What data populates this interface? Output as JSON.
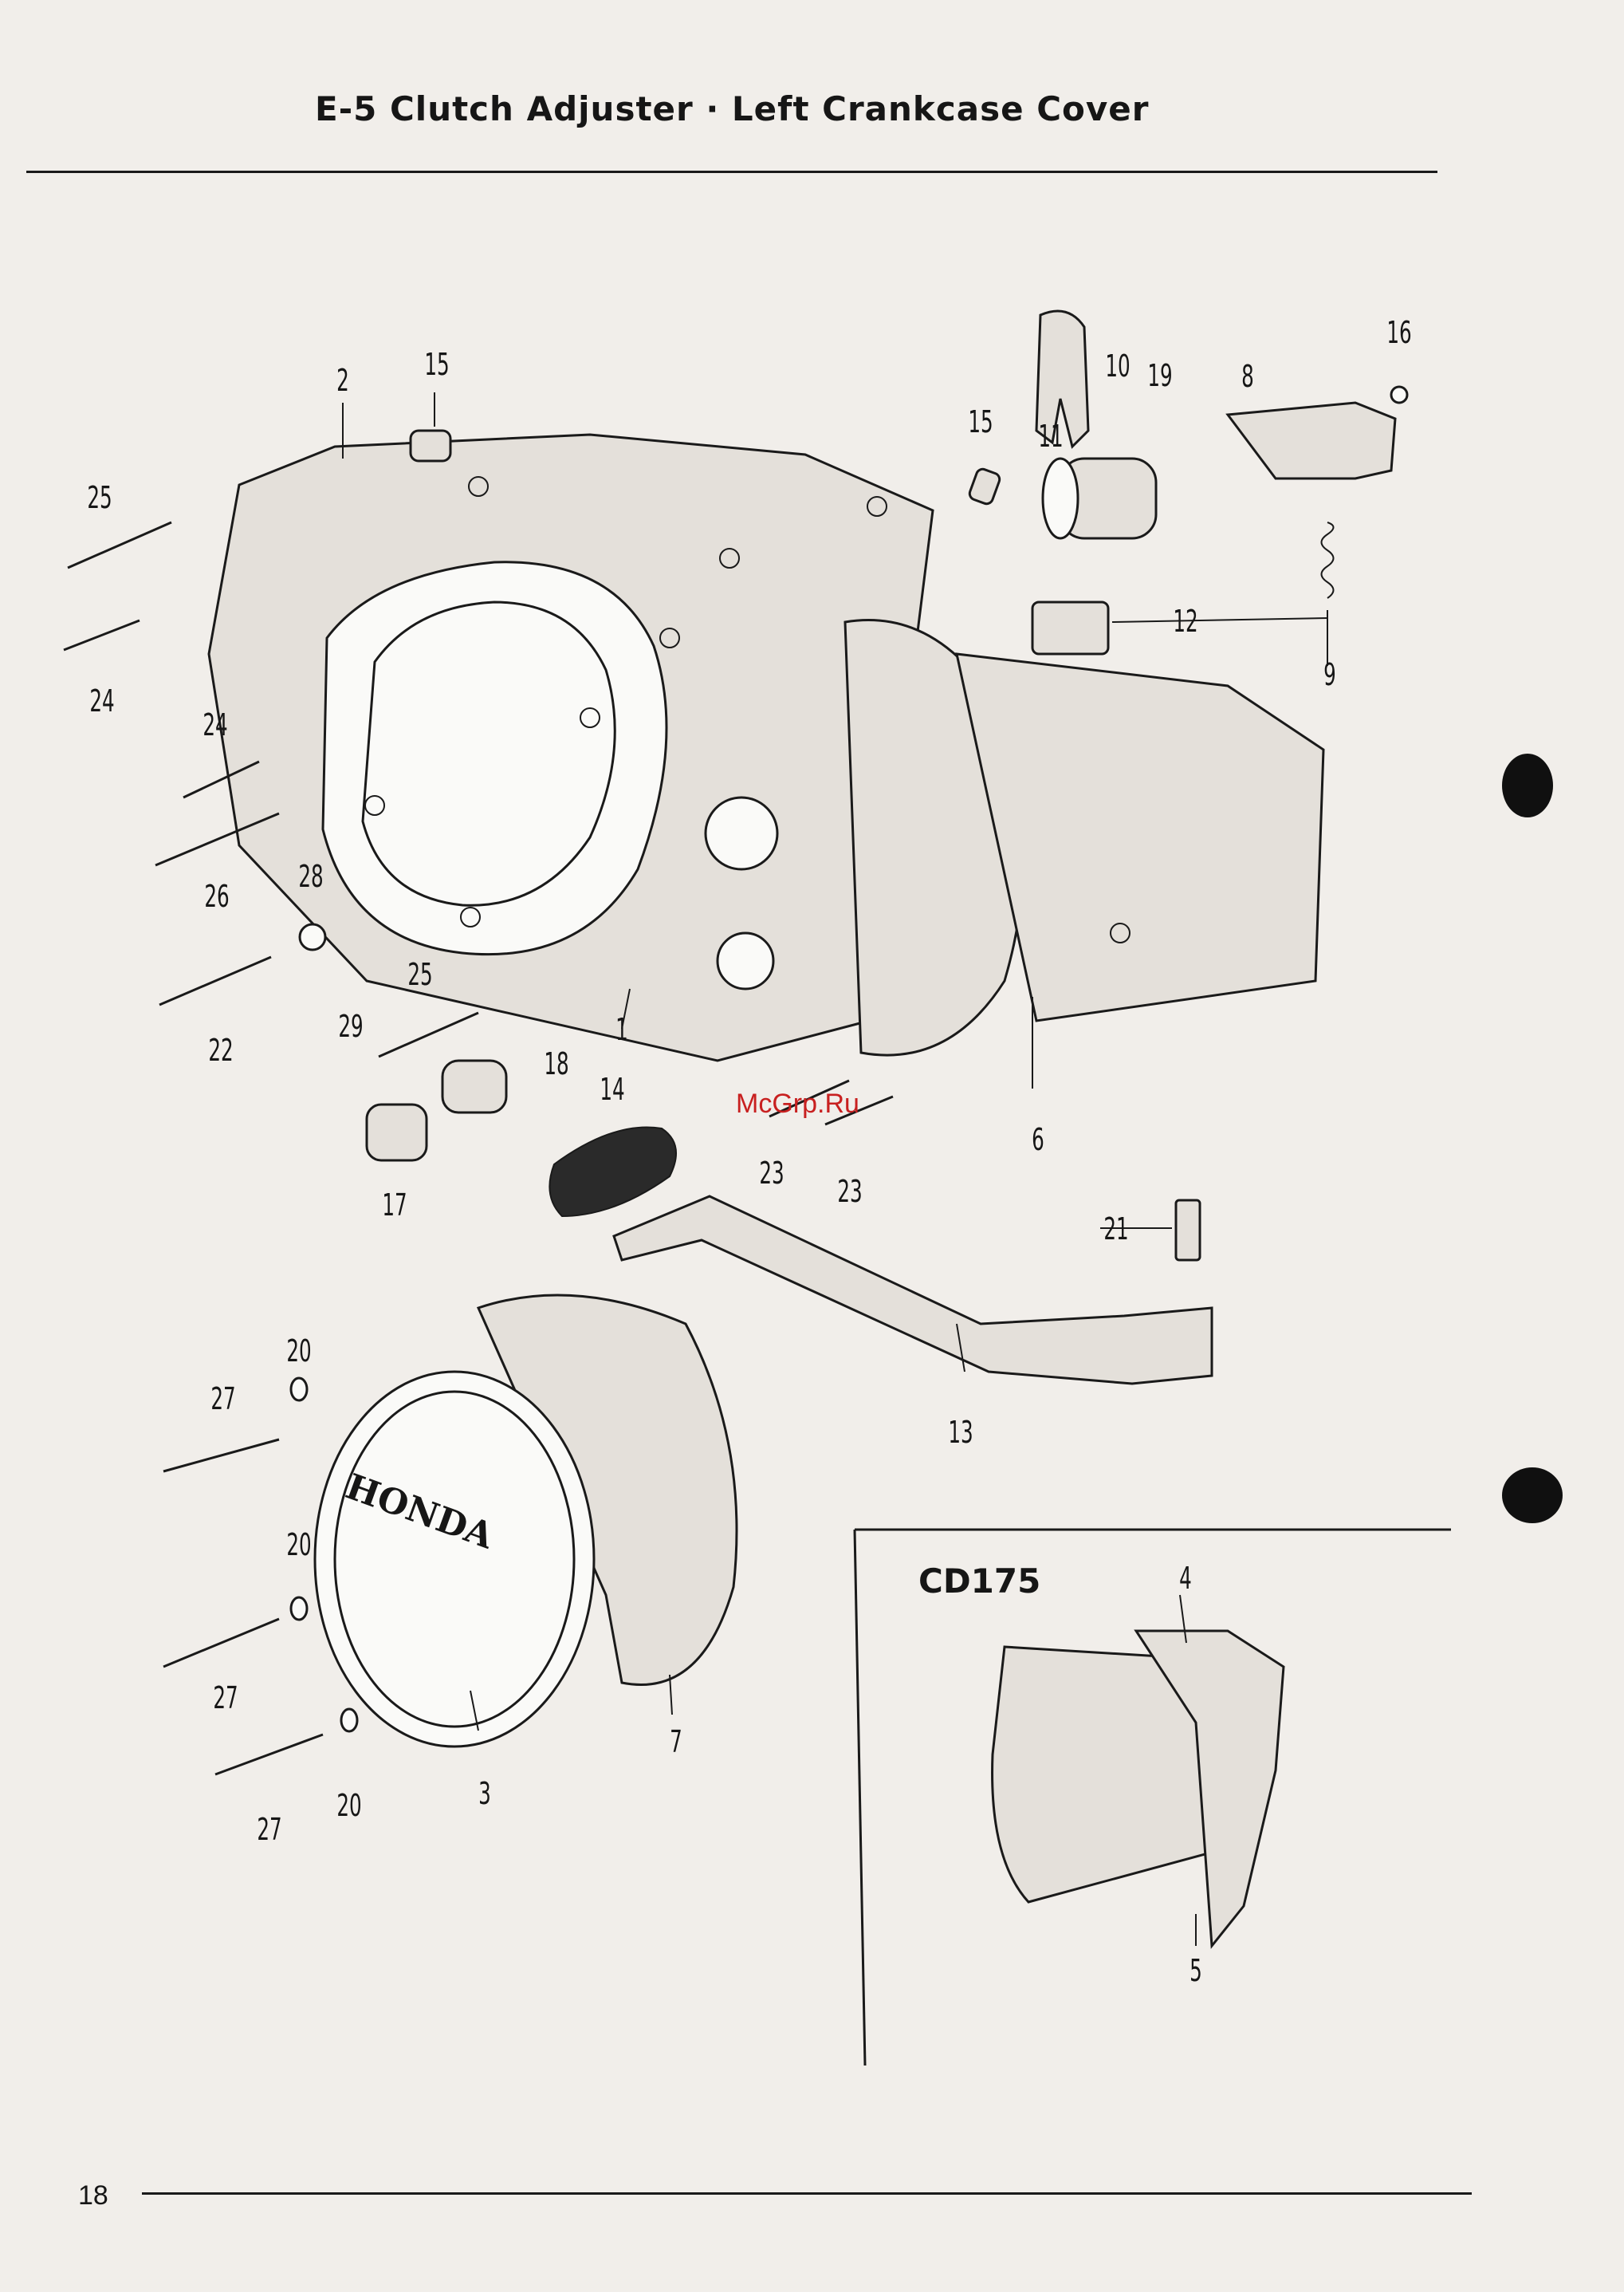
{
  "header": {
    "title": "E-5  Clutch Adjuster · Left Crankcase Cover"
  },
  "footer": {
    "page_number": "18"
  },
  "watermark": "McGrp.Ru",
  "inset": {
    "label": "CD175"
  },
  "callouts": {
    "c2": "2",
    "c15a": "15",
    "c15b": "15",
    "c16": "16",
    "c10": "10",
    "c19": "19",
    "c8": "8",
    "c11": "11",
    "c25a": "25",
    "c24a": "24",
    "c24b": "24",
    "c26": "26",
    "c28": "28",
    "c22": "22",
    "c29": "29",
    "c25b": "25",
    "c1": "1",
    "c18": "18",
    "c14": "14",
    "c17": "17",
    "c23a": "23",
    "c23b": "23",
    "c12": "12",
    "c9": "9",
    "c6": "6",
    "c21": "21",
    "c13": "13",
    "c20a": "20",
    "c20b": "20",
    "c20c": "20",
    "c27a": "27",
    "c27b": "27",
    "c27c": "27",
    "c3": "3",
    "c7": "7",
    "c4": "4",
    "c5": "5"
  },
  "cover_logo": "HONDA"
}
